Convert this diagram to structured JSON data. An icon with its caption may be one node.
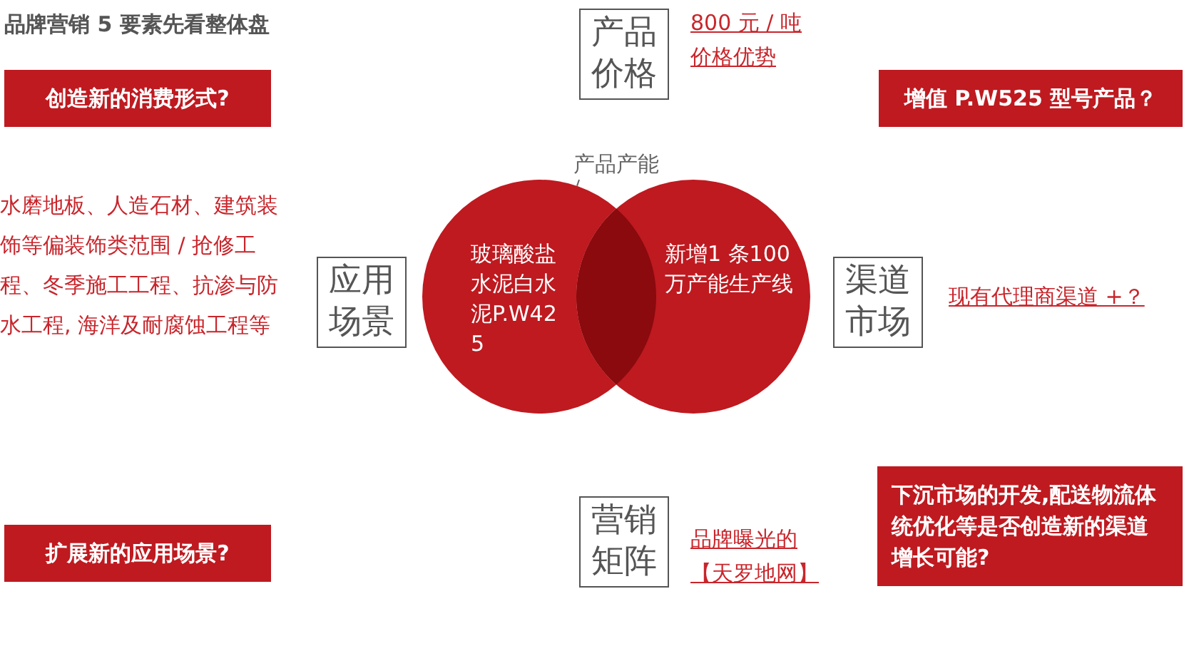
{
  "diagram": {
    "title": "品牌营销 5 要素先看整体盘",
    "nodes": [
      {
        "text": [
          "产品价格"
        ],
        "beside": [
          "800 元 / 吨价格优势"
        ]
      },
      {
        "text": [
          "应用场景"
        ],
        "beside": [
          "水磨地板、人造石材、建筑装饰等偏装饰类范围 / 抢修工程、冬季施工工程、抗渗与防水工程, 海洋及耐腐蚀工程等"
        ]
      },
      {
        "text": [
          "渠道市场"
        ],
        "beside": [
          "现有代理商渠道 +？"
        ]
      },
      {
        "text": [
          "营销矩阵"
        ],
        "beside": [
          "品牌曝光的【天罗地网】"
        ]
      },
      {
        "text": [
          "玻璃酸盐水泥白水泥P.W425"
        ]
      },
      {
        "text": [
          "新增1 条100 万产能生产线"
        ]
      },
      {
        "text": [
          "创造新的消费形式?"
        ]
      },
      {
        "text": [
          "增值 P.W525 型号产品？"
        ]
      },
      {
        "text": [
          "扩展新的应用场景?"
        ]
      },
      {
        "text": [
          "下沉市场的开发,配送物流体统优化等是否创造新的渠道增长可能?"
        ]
      },
      {
        "text": [
          "产品产能"
        ]
      }
    ],
    "edges": [
      {
        "from": 10,
        "to": 4,
        "arrow": "none"
      }
    ]
  }
}
